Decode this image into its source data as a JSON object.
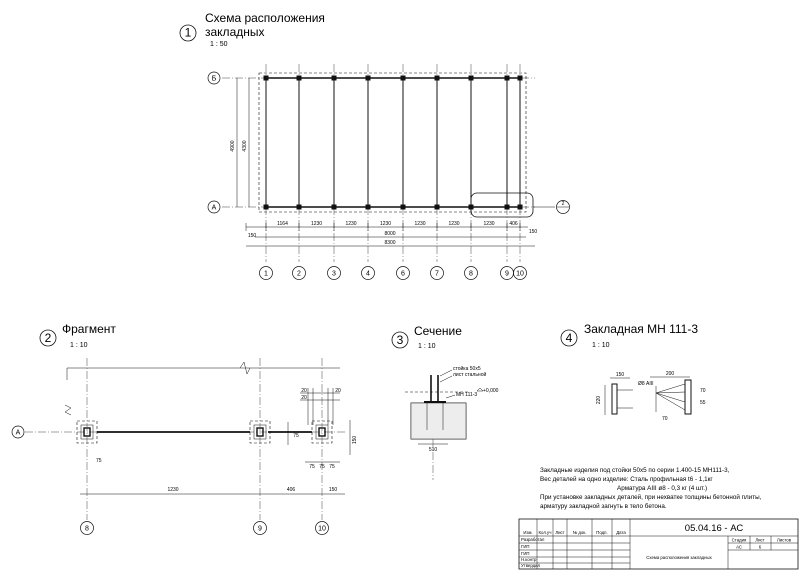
{
  "view1": {
    "number": "1",
    "title_line1": "Схема расположения",
    "title_line2": "закладных",
    "scale": "1 : 50",
    "row_top": "Б",
    "row_bottom": "А",
    "fragment_callout": "2",
    "vert_dim_outer": "4900",
    "vert_dim_inner": "4300",
    "left_dim_small": "150",
    "right_dim_small": "150",
    "spans": [
      "1164",
      "1230",
      "1230",
      "1230",
      "1230",
      "1230",
      "1230",
      "406"
    ],
    "total_inner": "8000",
    "total_outer": "8300",
    "axes": [
      "1",
      "2",
      "3",
      "4",
      "6",
      "7",
      "8",
      "9",
      "10"
    ]
  },
  "view2": {
    "number": "2",
    "title": "Фрагмент",
    "scale": "1 : 10",
    "row": "А",
    "dim_span": "1230",
    "dim_short": "406",
    "dim_end": "150",
    "dim_side": "150",
    "dim_v": "75",
    "dim_small": "20",
    "axes": [
      "8",
      "9",
      "10"
    ]
  },
  "view3": {
    "number": "3",
    "title": "Сечение",
    "scale": "1 : 10",
    "label_post": "стойка 50х5",
    "label_plate": "лист стальной",
    "label_part": "МН 111-3",
    "level": "+0,000",
    "dim_bottom": "510"
  },
  "view4": {
    "number": "4",
    "title": "Закладная МН 111-3",
    "scale": "1 : 10",
    "dim_v": "220",
    "dim_plate": "150",
    "label_bar": "Ø8 АIII",
    "dim_bar": "200",
    "dim_a": "70",
    "dim_b": "55"
  },
  "notes": [
    "Закладные изделия под стойки  50х5 по серии 1.400-15 МН111-3,",
    "Вес деталей на одно изделие:  Сталь профильная t6 - 1,1кг",
    "Арматура АIII ø8  - 0,3 кг (4 шт.)",
    "При установке закладных деталей, при нехватке толщины бетонной плиты,",
    "арматуру закладной загнуть в тело бетона."
  ],
  "stamp": {
    "code": "05.04.16 - АС",
    "sheet_name": "Схема расположения закладных",
    "col_stage": "Стадия",
    "col_sheet": "Лист",
    "col_sheets": "Листов",
    "stage_value": "АС",
    "sheet_value": "6",
    "rows": [
      "Изм.",
      "Кол.уч",
      "Лист",
      "№ док.",
      "Подп.",
      "Дата"
    ],
    "people": [
      "Разработал",
      "ГИП",
      "ГИП",
      "Н.контр",
      "Утвердил"
    ]
  }
}
